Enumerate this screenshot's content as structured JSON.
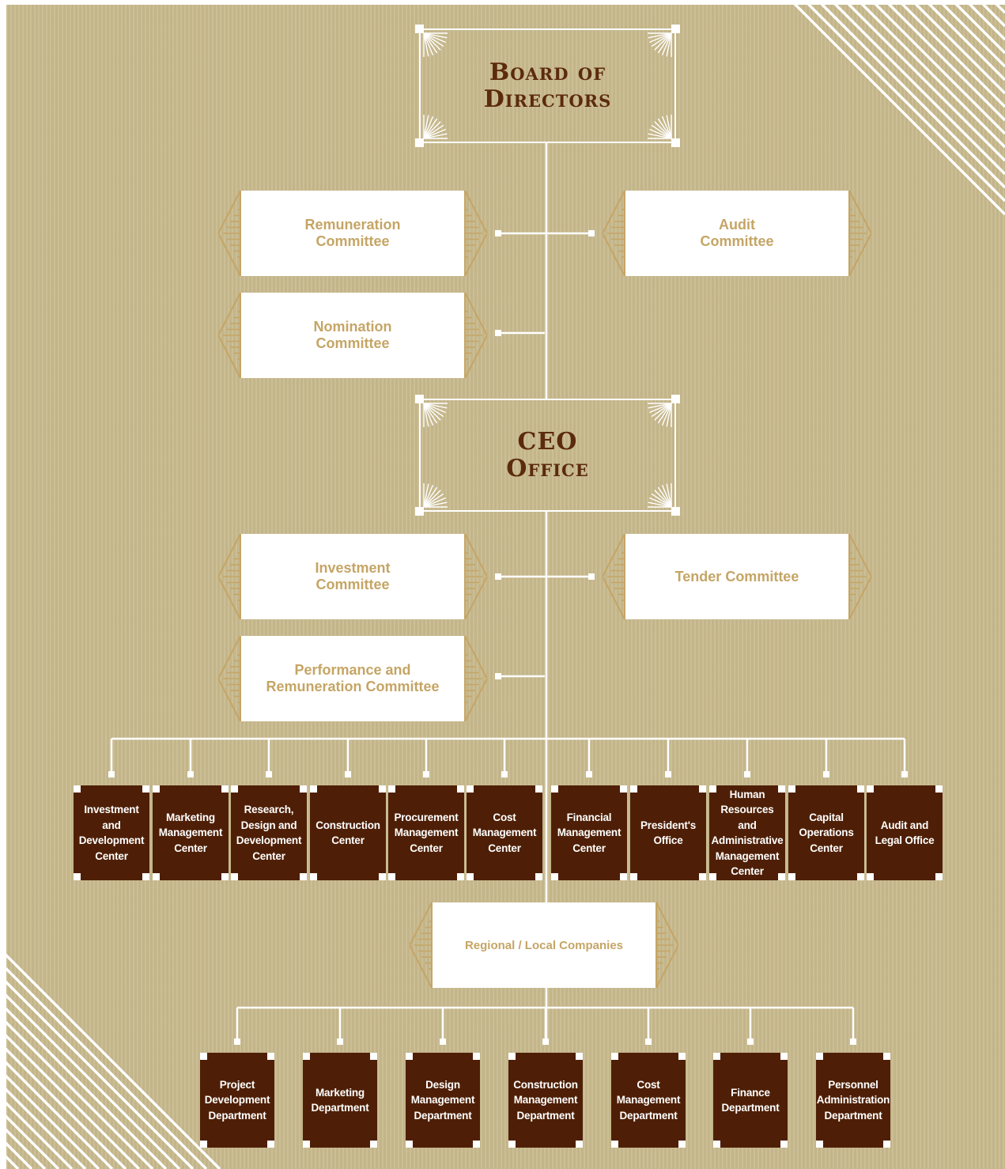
{
  "board": {
    "title_lines": [
      "Board of",
      "Directors"
    ]
  },
  "board_committees": {
    "remuneration": {
      "lines": [
        "Remuneration",
        "Committee"
      ]
    },
    "audit": {
      "lines": [
        "Audit",
        "Committee"
      ]
    },
    "nomination": {
      "lines": [
        "Nomination",
        "Committee"
      ]
    }
  },
  "ceo": {
    "title_lines": [
      "CEO",
      "Office"
    ]
  },
  "ceo_committees": {
    "investment": {
      "lines": [
        "Investment",
        "Committee"
      ]
    },
    "tender": {
      "lines": [
        "Tender Committee"
      ]
    },
    "performance": {
      "lines": [
        "Performance and",
        "Remuneration Committee"
      ]
    }
  },
  "centers": [
    {
      "lines": [
        "Investment",
        "and",
        "Development",
        "Center"
      ]
    },
    {
      "lines": [
        "Marketing",
        "Management",
        "Center"
      ]
    },
    {
      "lines": [
        "Research,",
        "Design and",
        "Development",
        "Center"
      ]
    },
    {
      "lines": [
        "Construction",
        "Center"
      ]
    },
    {
      "lines": [
        "Procurement",
        "Management",
        "Center"
      ]
    },
    {
      "lines": [
        "Cost",
        "Management",
        "Center"
      ]
    },
    {
      "lines": [
        "Financial",
        "Management",
        "Center"
      ]
    },
    {
      "lines": [
        "President's",
        "Office"
      ]
    },
    {
      "lines": [
        "Human",
        "Resources and",
        "Administrative",
        "Management",
        "Center"
      ]
    },
    {
      "lines": [
        "Capital",
        "Operations",
        "Center"
      ]
    },
    {
      "lines": [
        "Audit and",
        "Legal Office"
      ]
    }
  ],
  "regional": {
    "lines": [
      "Regional / Local Companies"
    ]
  },
  "departments": [
    {
      "lines": [
        "Project",
        "Development",
        "Department"
      ]
    },
    {
      "lines": [
        "Marketing",
        "Department"
      ]
    },
    {
      "lines": [
        "Design",
        "Management",
        "Department"
      ]
    },
    {
      "lines": [
        "Construction",
        "Management",
        "Department"
      ]
    },
    {
      "lines": [
        "Cost",
        "Management",
        "Department"
      ]
    },
    {
      "lines": [
        "Finance",
        "Department"
      ]
    },
    {
      "lines": [
        "Personnel",
        "Administration",
        "Department"
      ]
    }
  ],
  "colors": {
    "background": "#c8b98d",
    "title_text": "#5c2a0d",
    "committee_text": "#c5a565",
    "dept_fill": "#4e1f06",
    "lines": "#ffffff"
  }
}
